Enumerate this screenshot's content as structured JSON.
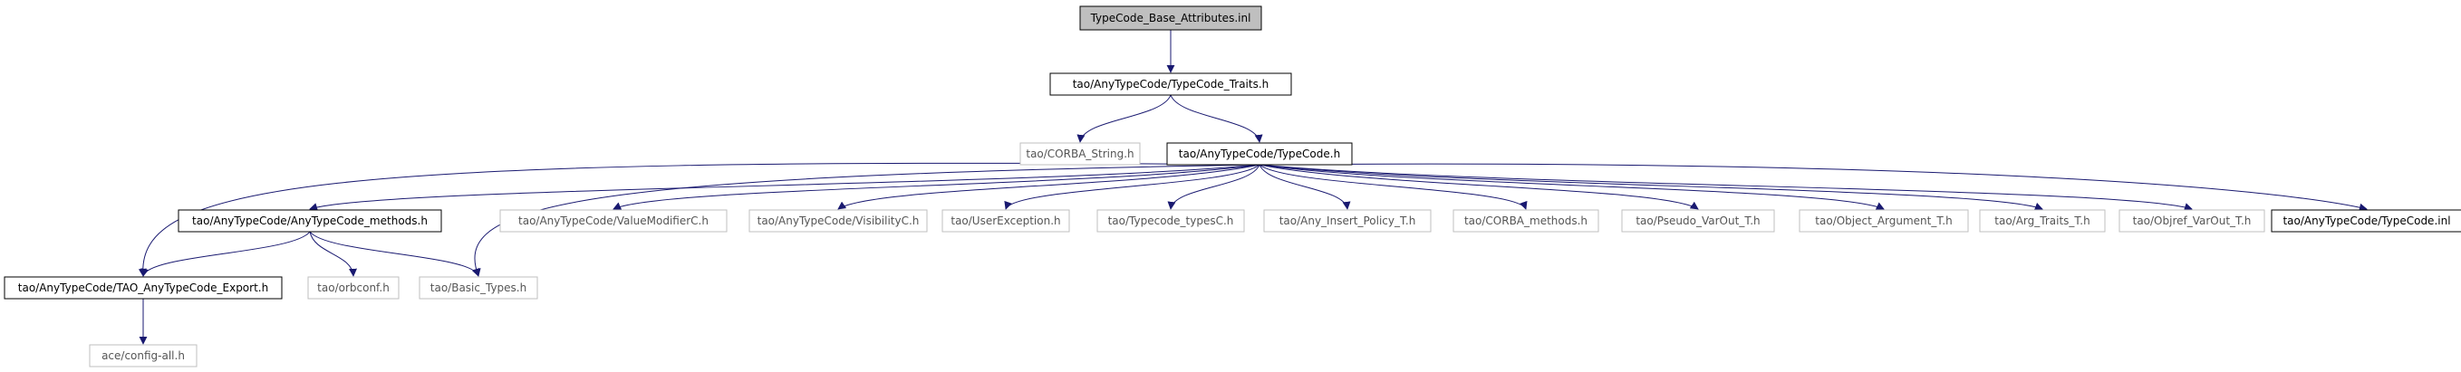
{
  "graph": {
    "colors": {
      "edge": "#191970",
      "root_fill": "#bfbfbf",
      "documented_border": "#000000",
      "undocumented_border": "#bfbfbf"
    },
    "nodes": [
      {
        "id": "root",
        "label": "TypeCode_Base_Attributes.inl",
        "style": "root"
      },
      {
        "id": "traits",
        "label": "tao/AnyTypeCode/TypeCode_Traits.h",
        "style": "documented"
      },
      {
        "id": "corba_string",
        "label": "tao/CORBA_String.h",
        "style": "undocumented"
      },
      {
        "id": "typecode_h",
        "label": "tao/AnyTypeCode/TypeCode.h",
        "style": "documented"
      },
      {
        "id": "methods_h",
        "label": "tao/AnyTypeCode/AnyTypeCode_methods.h",
        "style": "documented"
      },
      {
        "id": "value_modifier",
        "label": "tao/AnyTypeCode/ValueModifierC.h",
        "style": "undocumented"
      },
      {
        "id": "visibility",
        "label": "tao/AnyTypeCode/VisibilityC.h",
        "style": "undocumented"
      },
      {
        "id": "user_exception",
        "label": "tao/UserException.h",
        "style": "undocumented"
      },
      {
        "id": "typecode_types",
        "label": "tao/Typecode_typesC.h",
        "style": "undocumented"
      },
      {
        "id": "any_insert",
        "label": "tao/Any_Insert_Policy_T.h",
        "style": "undocumented"
      },
      {
        "id": "corba_methods",
        "label": "tao/CORBA_methods.h",
        "style": "undocumented"
      },
      {
        "id": "pseudo_varout",
        "label": "tao/Pseudo_VarOut_T.h",
        "style": "undocumented"
      },
      {
        "id": "object_argument",
        "label": "tao/Object_Argument_T.h",
        "style": "undocumented"
      },
      {
        "id": "arg_traits",
        "label": "tao/Arg_Traits_T.h",
        "style": "undocumented"
      },
      {
        "id": "objref_varout",
        "label": "tao/Objref_VarOut_T.h",
        "style": "undocumented"
      },
      {
        "id": "typecode_inl",
        "label": "tao/AnyTypeCode/TypeCode.inl",
        "style": "documented"
      },
      {
        "id": "tao_export",
        "label": "tao/AnyTypeCode/TAO_AnyTypeCode_Export.h",
        "style": "documented"
      },
      {
        "id": "orbconf",
        "label": "tao/orbconf.h",
        "style": "undocumented"
      },
      {
        "id": "basic_types",
        "label": "tao/Basic_Types.h",
        "style": "undocumented"
      },
      {
        "id": "config_all",
        "label": "ace/config-all.h",
        "style": "undocumented"
      }
    ],
    "edges": [
      {
        "from": "root",
        "to": "traits"
      },
      {
        "from": "traits",
        "to": "corba_string"
      },
      {
        "from": "traits",
        "to": "typecode_h"
      },
      {
        "from": "typecode_h",
        "to": "methods_h"
      },
      {
        "from": "typecode_h",
        "to": "value_modifier"
      },
      {
        "from": "typecode_h",
        "to": "visibility"
      },
      {
        "from": "typecode_h",
        "to": "user_exception"
      },
      {
        "from": "typecode_h",
        "to": "typecode_types"
      },
      {
        "from": "typecode_h",
        "to": "any_insert"
      },
      {
        "from": "typecode_h",
        "to": "corba_methods"
      },
      {
        "from": "typecode_h",
        "to": "pseudo_varout"
      },
      {
        "from": "typecode_h",
        "to": "object_argument"
      },
      {
        "from": "typecode_h",
        "to": "arg_traits"
      },
      {
        "from": "typecode_h",
        "to": "objref_varout"
      },
      {
        "from": "typecode_h",
        "to": "typecode_inl"
      },
      {
        "from": "typecode_h",
        "to": "tao_export"
      },
      {
        "from": "typecode_h",
        "to": "basic_types"
      },
      {
        "from": "methods_h",
        "to": "tao_export"
      },
      {
        "from": "methods_h",
        "to": "orbconf"
      },
      {
        "from": "methods_h",
        "to": "basic_types"
      },
      {
        "from": "tao_export",
        "to": "config_all"
      }
    ]
  }
}
